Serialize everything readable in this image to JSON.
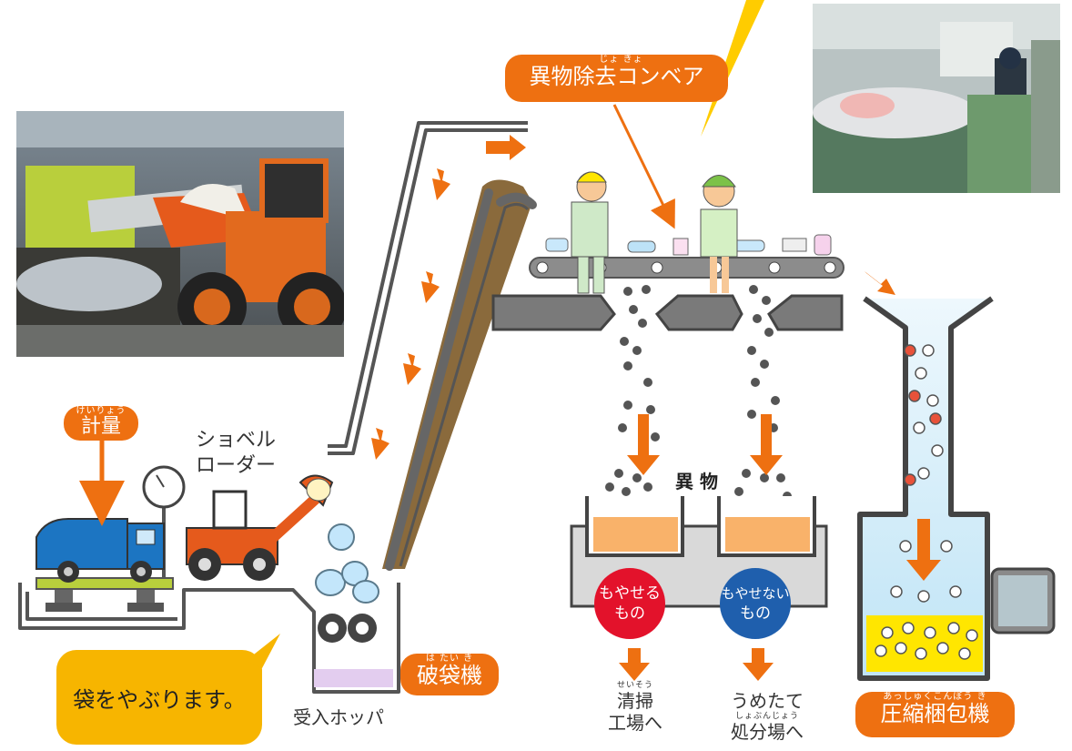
{
  "labels": {
    "weighing": {
      "ruby": "けいりょう",
      "text": "計量"
    },
    "shovel_loader": [
      "ショベル",
      "ローダー"
    ],
    "hopper": "受入ホッパ",
    "bag_breaker": {
      "ruby": "は たい き",
      "text": "破袋機"
    },
    "conveyor": {
      "ruby": "じょ きょ",
      "text": "異物除去コンベア"
    },
    "foreign": "異 物",
    "baler": {
      "ruby": "あっしゅくこんぽう き",
      "text": "圧縮梱包機"
    },
    "speech": "袋をやぶります。",
    "burnable": [
      "もやせる",
      "もの"
    ],
    "non_burnable": [
      "もやせない",
      "もの"
    ],
    "dest_cleaning": {
      "ruby": "せいそう",
      "line1": "清掃",
      "line2": "工場へ"
    },
    "dest_landfill": {
      "line1": "うめたて",
      "ruby": "しょぶんじょう",
      "line2": "処分場へ"
    }
  },
  "colors": {
    "accent": "#ee7011",
    "burnable": "#e3122b",
    "non_burnable": "#1f5fad",
    "speech": "#f7b500",
    "truck": "#1c75c2",
    "belt": "#8c8c8c",
    "machine": "#ffe600",
    "baler_fill": "#c6e6f7"
  }
}
